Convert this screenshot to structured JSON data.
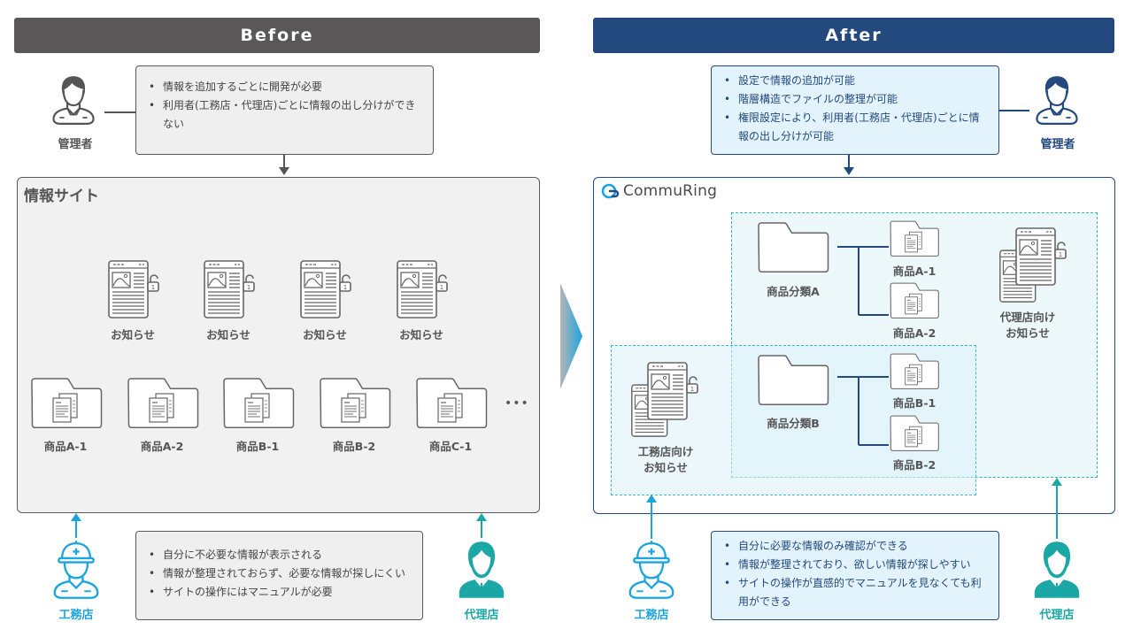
{
  "before": {
    "header": "Before",
    "admin": {
      "label": "管理者",
      "notes": [
        "情報を追加するごとに開発が必要",
        "利用者(工務店・代理店)ごとに情報の出し分けができない"
      ]
    },
    "site": {
      "title": "情報サイト",
      "notices": [
        "お知らせ",
        "お知らせ",
        "お知らせ",
        "お知らせ"
      ],
      "products": [
        "商品A-1",
        "商品A-2",
        "商品B-1",
        "商品B-2",
        "商品C-1"
      ],
      "more": "•••"
    },
    "users": {
      "builder_label": "工務店",
      "agency_label": "代理店",
      "notes": [
        "自分に不必要な情報が表示される",
        "情報が整理されておらず、必要な情報が探しにくい",
        "サイトの操作にはマニュアルが必要"
      ]
    }
  },
  "after": {
    "header": "After",
    "admin": {
      "label": "管理者",
      "notes": [
        "設定で情報の追加が可能",
        "階層構造でファイルの整理が可能",
        "権限設定により、利用者(工務店・代理店)ごとに情報の出し分けが可能"
      ]
    },
    "site": {
      "logo_text": "CommuRing",
      "category_a": {
        "label": "商品分類A",
        "items": [
          "商品A-1",
          "商品A-2"
        ]
      },
      "category_b": {
        "label": "商品分類B",
        "items": [
          "商品B-1",
          "商品B-2"
        ]
      },
      "agency_notice": [
        "代理店向け",
        "お知らせ"
      ],
      "builder_notice": [
        "工務店向け",
        "お知らせ"
      ]
    },
    "users": {
      "builder_label": "工務店",
      "agency_label": "代理店",
      "notes": [
        "自分に必要な情報のみ確認ができる",
        "情報が整理されており、欲しい情報が探しやすい",
        "サイトの操作が直感的でマニュアルを見なくても利用ができる"
      ]
    }
  },
  "colors": {
    "before_header": "#595757",
    "after_header": "#23497e",
    "builder": "#1aa5e0",
    "agency": "#1aa7a5",
    "agency_box": "#2bb5b3",
    "builder_box": "#3cb6dd"
  }
}
